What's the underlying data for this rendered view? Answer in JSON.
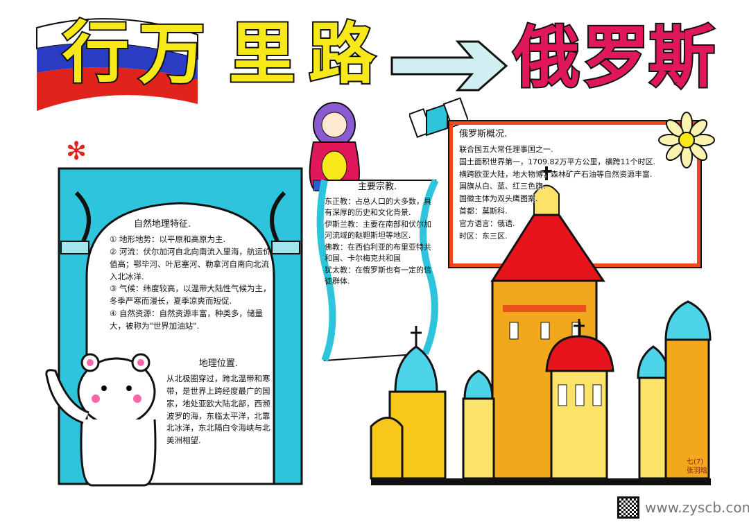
{
  "title": {
    "part1": [
      "行",
      "万",
      "里",
      "路"
    ],
    "part2": [
      "俄",
      "罗",
      "斯"
    ],
    "colors": {
      "part1": "#f7e81a",
      "part2": "#e0185a",
      "arrow": "#cfeff3"
    }
  },
  "flag_colors": [
    "#ffffff",
    "#2b3cc4",
    "#e0241c"
  ],
  "natural_geography": {
    "heading": "自然地理特征.",
    "items": [
      "① 地形地势：以平原和高原为主.",
      "② 河流：伏尔加河自北向南流入里海，航运价值高；鄂毕河、叶尼塞河、勒拿河自南向北流入北冰洋.",
      "③ 气候：纬度较高，以温带大陆性气候为主，冬季严寒而漫长，夏季凉爽而短促.",
      "④ 自然资源：自然资源丰富，种类多，储量大，被称为\"世界加油站\"."
    ]
  },
  "location": {
    "heading": "地理位置.",
    "body": "从北极圈穿过，跨北温带和寒带，是世界上跨经度最广的国家，地处亚欧大陆北部，西濒波罗的海，东临太平洋，北靠北冰洋，东北隔白令海峡与北美洲相望."
  },
  "religion": {
    "heading": "主要宗教.",
    "items": [
      {
        "name": "东正教",
        "text": "占总人口的大多数，具有深厚的历史和文化背景."
      },
      {
        "name": "伊斯兰教",
        "text": "主要在南部和伏尔加河流域的鞑靼斯坦等地区."
      },
      {
        "name": "佛教",
        "text": "在西伯利亚的布里亚特共和国、卡尔梅克共和国"
      },
      {
        "name": "犹太教",
        "text": "在俄罗斯也有一定的信徒群体."
      }
    ]
  },
  "overview": {
    "heading": "俄罗斯概况.",
    "lines": [
      "联合国五大常任理事国之一.",
      "国土面积世界第一，1709.82万平方公里，横跨11个时区.",
      "横跨欧亚大陆，地大物博，森林矿产石油等自然资源丰富.",
      "国旗从白、蓝、红三色旗.",
      "国徽主体为双头鹰图案.",
      "首都：莫斯科.",
      "官方语言：俄语.",
      "时区：东三区."
    ]
  },
  "signature": {
    "class": "七(7)",
    "name": "张羽晗"
  },
  "watermark": "www.zyscb.com"
}
